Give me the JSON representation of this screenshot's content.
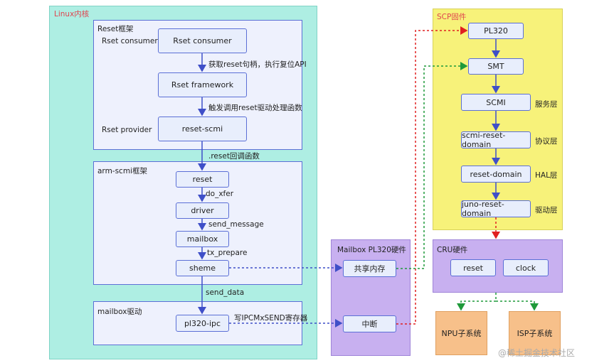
{
  "linux": {
    "title": "Linux内核",
    "reset_frame": {
      "title": "Reset框架",
      "consumer_label": "Rset consumer",
      "provider_label": "Rset provider",
      "consumer_box": "Rset consumer",
      "framework_box": "Rset framework",
      "scmi_box": "reset-scmi",
      "edge_get": "获取reset句柄，执行复位API",
      "edge_trigger": "触发调用reset驱动处理函数"
    },
    "edge_callback": ".reset回调函数",
    "arm_scmi": {
      "title": "arm-scmi框架",
      "reset": "reset",
      "driver": "driver",
      "mailbox": "mailbox",
      "sheme": "sheme",
      "edge_do_xfer": "do_xfer",
      "edge_send_message": "send_message",
      "edge_tx_prepare": "tx_prepare"
    },
    "edge_send_data": "send_data",
    "mailbox_driver": {
      "title": "mailbox驱动",
      "pl320_ipc": "pl320-ipc",
      "edge_write": "写IPCMxSEND寄存器"
    }
  },
  "mailbox_hw": {
    "title": "Mailbox PL320硬件",
    "shared_mem": "共享内存",
    "interrupt": "中断"
  },
  "scp": {
    "title": "SCP固件",
    "pl320": "PL320",
    "smt": "SMT",
    "scmi": "SCMI",
    "scmi_reset_domain": "scmi-reset-domain",
    "reset_domain": "reset-domain",
    "juno_reset_domain": "juno-reset-domain",
    "layer_service": "服务层",
    "layer_protocol": "协议层",
    "layer_hal": "HAL层",
    "layer_driver": "驱动层"
  },
  "cru": {
    "title": "CRU硬件",
    "reset": "reset",
    "clock": "clock"
  },
  "npu": "NPU子系统",
  "isp": "ISP子系统",
  "watermark": "@稀土掘金技术社区",
  "colors": {
    "linux_bg": "#aeeee3",
    "panel_bg": "#eef1fd",
    "panel_border": "#5b6fd6",
    "box_bg": "#e8eefc",
    "mailbox_bg": "#c8b0f0",
    "scp_bg": "#f7f27a",
    "cru_bg": "#c8b0f0",
    "subsys_bg": "#f7c08a",
    "title_red": "#e0444e",
    "arrow_blue": "#3f4fc8",
    "arrow_red": "#e02020",
    "arrow_green": "#1f9a3a"
  }
}
